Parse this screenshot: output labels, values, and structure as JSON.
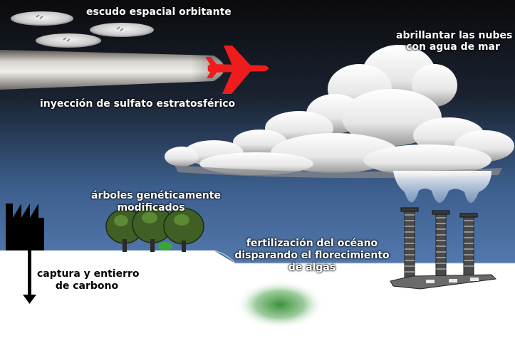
{
  "labels": {
    "space_shield": "escudo espacial orbitante",
    "sulfate_injection": "inyección de sulfato estratosférico",
    "cloud_brightening_1": "abrillantar las nubes",
    "cloud_brightening_2": "con agua de mar",
    "gm_trees_1": "árboles genéticamente",
    "gm_trees_2": "modificados",
    "ocean_fertilization_1": "fertilización del océano",
    "ocean_fertilization_2": "disparando el florecimiento",
    "ocean_fertilization_3": "de algas",
    "carbon_capture_1": "captura y entierro",
    "carbon_capture_2": "de carbono"
  },
  "colors": {
    "sky_top": "#0b0b0d",
    "sky_bottom": "#5d86c1",
    "airplane": "#ee1c1c",
    "algae": "#2f8a2f",
    "ground": "#ffffff"
  }
}
